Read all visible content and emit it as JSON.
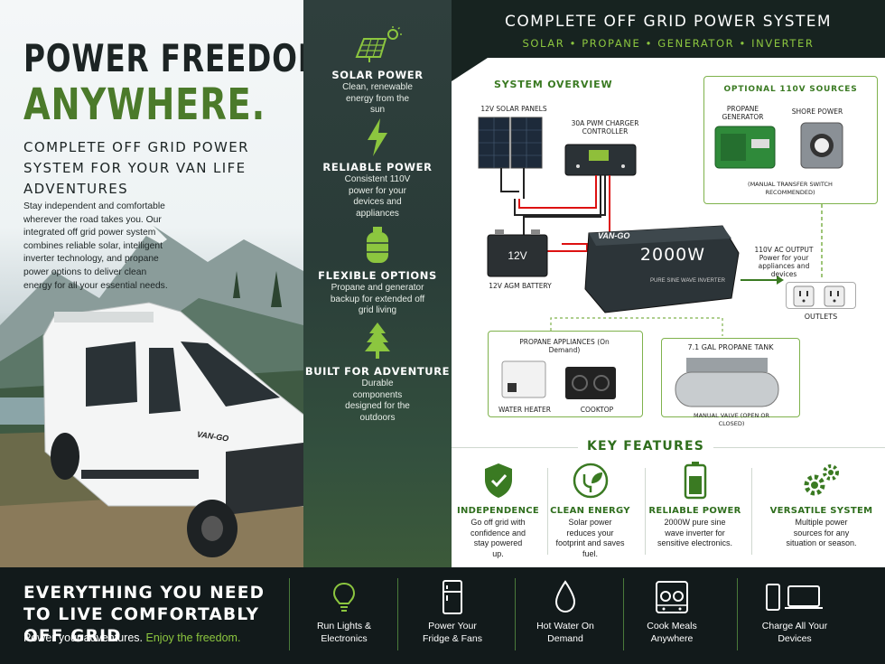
{
  "hero": {
    "title_line1": "POWER FREEDOM.",
    "title_line2": "ANYWHERE.",
    "subtitle": "COMPLETE OFF GRID POWER SYSTEM FOR YOUR VAN LIFE ADVENTURES",
    "body": "Stay independent and comfortable wherever the road takes you. Our integrated off grid power system combines reliable solar, intelligent inverter technology, and propane power options to deliver clean energy for all your essential needs.",
    "van_badge": "VAN-GO"
  },
  "mid_features": [
    {
      "icon": "solar-panel-icon",
      "title": "SOLAR POWER",
      "desc": "Clean, renewable energy from the sun"
    },
    {
      "icon": "lightning-bolt-icon",
      "title": "RELIABLE POWER",
      "desc": "Consistent 110V power for your devices and appliances"
    },
    {
      "icon": "propane-tank-icon",
      "title": "FLEXIBLE OPTIONS",
      "desc": "Propane and generator backup for extended off grid living"
    },
    {
      "icon": "pine-tree-icon",
      "title": "BUILT FOR ADVENTURE",
      "desc": "Durable components designed for the outdoors"
    }
  ],
  "right_header": {
    "title": "COMPLETE OFF GRID POWER SYSTEM",
    "subtitle": "SOLAR • PROPANE • GENERATOR • INVERTER"
  },
  "diagram": {
    "overview_title": "SYSTEM OVERVIEW",
    "solar_label": "12V SOLAR PANELS",
    "controller_label": "30A PWM CHARGER CONTROLLER",
    "battery_label": "12V AGM BATTERY",
    "battery_text": "12V",
    "inverter_brand": "VAN-GO",
    "inverter_text": "2000W",
    "inverter_model": "PURE SINE WAVE INVERTER",
    "ac_output": "110V AC OUTPUT Power for your appliances and devices",
    "outlets_label": "OUTLETS",
    "optional_title": "OPTIONAL 110V SOURCES",
    "generator_label": "PROPANE GENERATOR",
    "shore_label": "SHORE POWER",
    "transfer_note": "(MANUAL TRANSFER SWITCH RECOMMENDED)",
    "appliances_title": "PROPANE APPLIANCES (On Demand)",
    "water_heater_label": "WATER HEATER",
    "cooktop_label": "COOKTOP",
    "tank_title": "7.1 GAL PROPANE TANK",
    "valve_note": "MANUAL VALVE (OPEN OR CLOSED)"
  },
  "key_features": {
    "title": "KEY FEATURES",
    "items": [
      {
        "icon": "shield-check-icon",
        "title": "INDEPENDENCE",
        "desc": "Go off grid with confidence and stay powered up."
      },
      {
        "icon": "plug-leaf-icon",
        "title": "CLEAN ENERGY",
        "desc": "Solar power reduces your footprint and saves fuel."
      },
      {
        "icon": "battery-icon",
        "title": "RELIABLE POWER",
        "desc": "2000W pure sine wave inverter for sensitive electronics."
      },
      {
        "icon": "gears-icon",
        "title": "VERSATILE SYSTEM",
        "desc": "Multiple power sources for any situation or season."
      }
    ]
  },
  "bottom": {
    "title": "EVERYTHING YOU NEED TO LIVE COMFORTABLY OFF GRID",
    "sub_white": "Power your adventures.",
    "sub_green": "Enjoy the freedom.",
    "items": [
      {
        "icon": "light-bulb-icon",
        "label": "Run Lights & Electronics"
      },
      {
        "icon": "fridge-icon",
        "label": "Power Your Fridge & Fans"
      },
      {
        "icon": "water-drop-icon",
        "label": "Hot Water On Demand"
      },
      {
        "icon": "stove-icon",
        "label": "Cook Meals Anywhere"
      },
      {
        "icon": "devices-icon",
        "label": "Charge All Your Devices"
      }
    ]
  },
  "colors": {
    "accent_green": "#8cc63f",
    "dark_green": "#3a7a22",
    "dark_bg": "#121a1b"
  }
}
